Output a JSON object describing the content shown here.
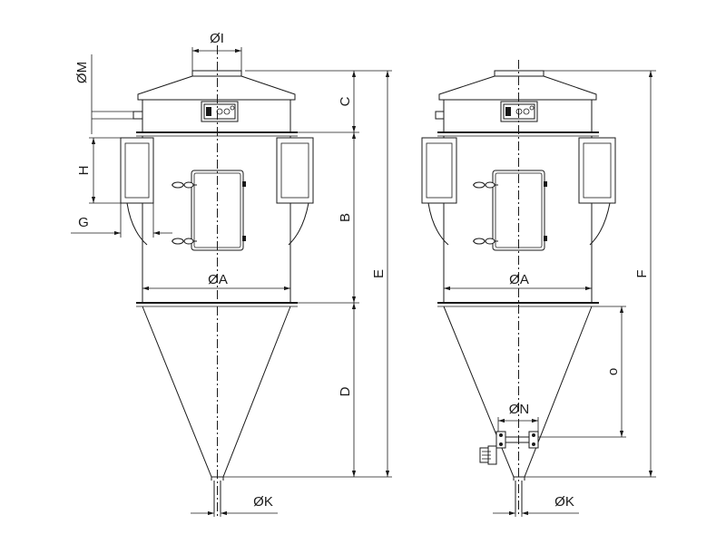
{
  "labels": {
    "left": {
      "dia_i": "ØI",
      "dia_m": "ØM",
      "c": "C",
      "h": "H",
      "g": "G",
      "b": "B",
      "e": "E",
      "dia_a": "ØA",
      "d": "D",
      "dia_k": "ØK"
    },
    "right": {
      "dia_a": "ØA",
      "f": "F",
      "o": "o",
      "dia_n": "ØN",
      "dia_k": "ØK"
    }
  }
}
